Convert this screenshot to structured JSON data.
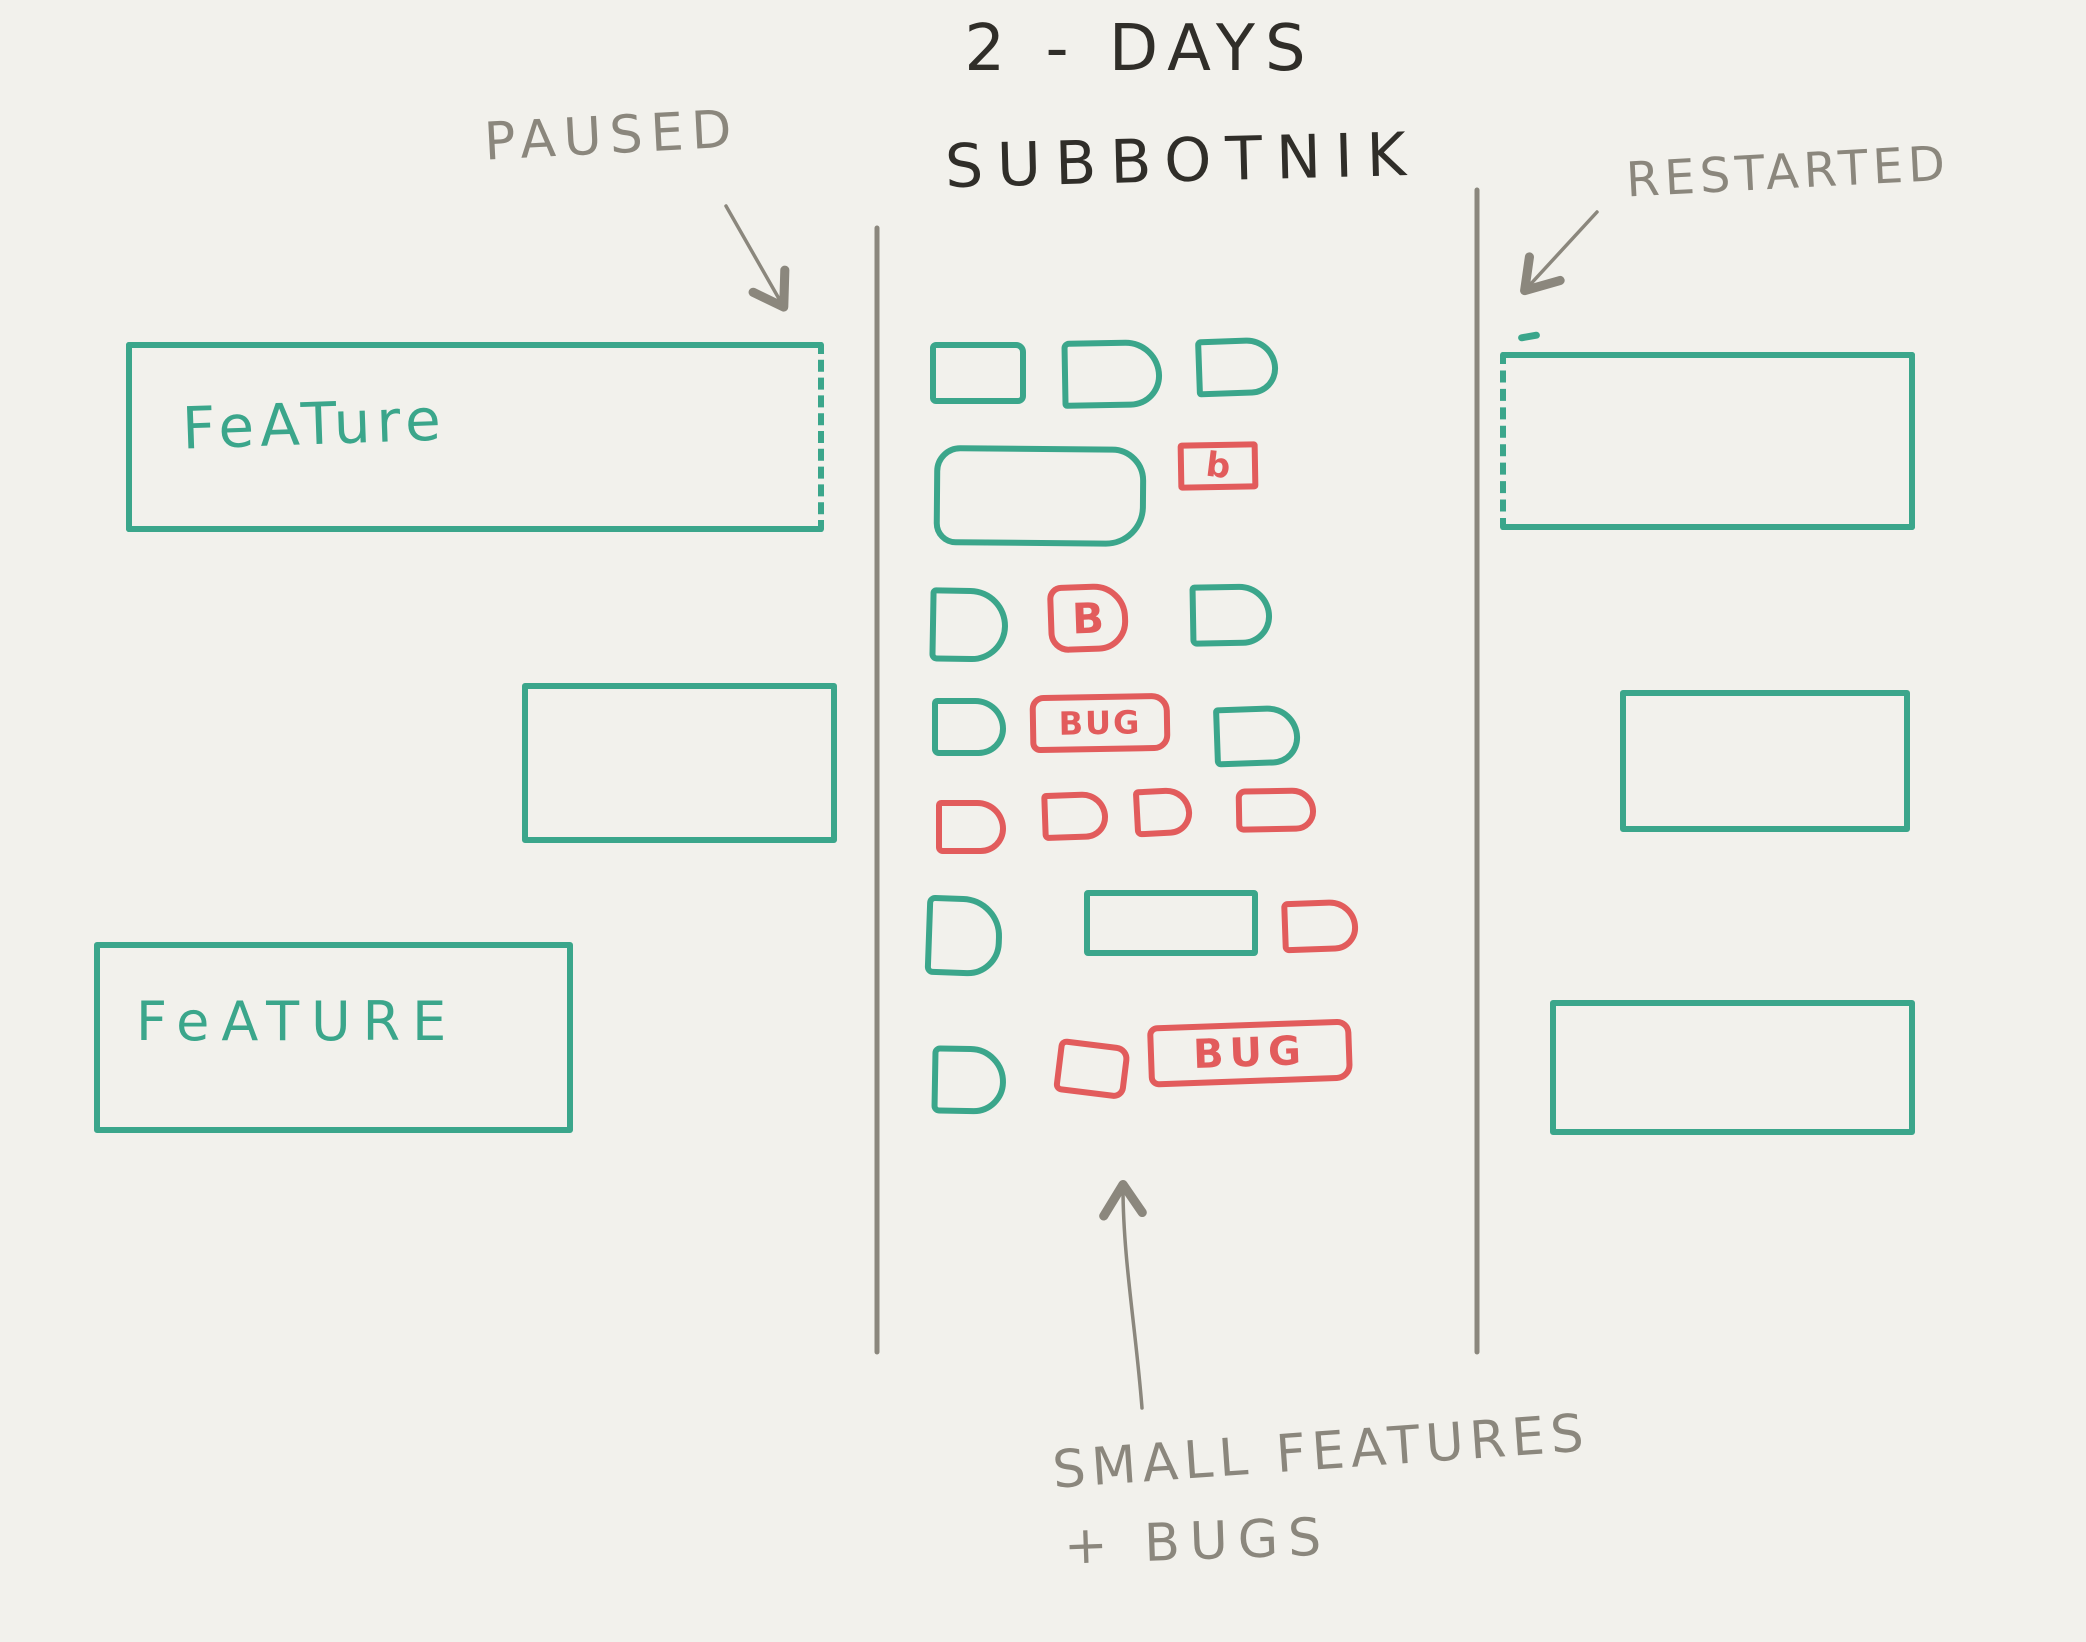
{
  "title": {
    "line1": "2 - DAYS",
    "line2": "SUBBOTNIK"
  },
  "labels": {
    "paused": "PAUSED",
    "restarted": "RESTARTED",
    "small_features_line1": "SMALL FEATURES",
    "small_features_line2": "+ BUGS"
  },
  "left_lane": {
    "feature_top_label": "FeATure",
    "feature_bottom_label": "FeATURE"
  },
  "middle_lane": {
    "card_labels": {
      "b_tiny": "b",
      "b_round": "B",
      "bug_wide": "BUG",
      "bug_long": "BUG"
    },
    "cards": [
      {
        "row": 1,
        "color": "green",
        "label": ""
      },
      {
        "row": 1,
        "color": "green",
        "label": ""
      },
      {
        "row": 1,
        "color": "green",
        "label": ""
      },
      {
        "row": 2,
        "color": "green",
        "label": ""
      },
      {
        "row": 2,
        "color": "red",
        "label": "b"
      },
      {
        "row": 3,
        "color": "green",
        "label": ""
      },
      {
        "row": 3,
        "color": "red",
        "label": "B"
      },
      {
        "row": 3,
        "color": "green",
        "label": ""
      },
      {
        "row": 4,
        "color": "green",
        "label": ""
      },
      {
        "row": 4,
        "color": "red",
        "label": "BUG"
      },
      {
        "row": 4,
        "color": "green",
        "label": ""
      },
      {
        "row": 5,
        "color": "red",
        "label": ""
      },
      {
        "row": 5,
        "color": "red",
        "label": ""
      },
      {
        "row": 5,
        "color": "red",
        "label": ""
      },
      {
        "row": 5,
        "color": "red",
        "label": ""
      },
      {
        "row": 6,
        "color": "green",
        "label": ""
      },
      {
        "row": 6,
        "color": "green",
        "label": ""
      },
      {
        "row": 6,
        "color": "red",
        "label": ""
      },
      {
        "row": 7,
        "color": "green",
        "label": ""
      },
      {
        "row": 7,
        "color": "red",
        "label": ""
      },
      {
        "row": 7,
        "color": "red",
        "label": "BUG"
      }
    ]
  },
  "colors": {
    "background": "#F2F1EC",
    "feature_green": "#3BA68B",
    "bug_red": "#E25C5C",
    "annotation_gray": "#8B877D",
    "title_black": "#302E29"
  }
}
